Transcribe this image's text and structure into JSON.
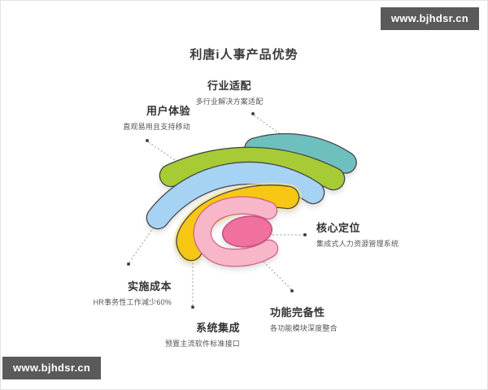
{
  "title": "利唐i人事产品优势",
  "watermark": {
    "text": "www.bjhdsr.cn",
    "bg_color": "#5a5a5a"
  },
  "diagram": {
    "description_style": "concentric rounded rainbow arcs (wifi-fan) around a pink core",
    "bands": [
      {
        "id": "industry",
        "label": "行业适配",
        "desc": "多行业解决方案适配",
        "color": "#6EC0BF",
        "shape": "outermost short teal arc, top right"
      },
      {
        "id": "ux",
        "label": "用户体验",
        "desc": "直观易用且支持移动",
        "color": "#A6CB35",
        "shape": "yellow-green long arc"
      },
      {
        "id": "cost",
        "label": "实施成本",
        "desc": "HR事务性工作减少60%",
        "color": "#A6D2F4",
        "shape": "light blue arc"
      },
      {
        "id": "integration",
        "label": "系统集成",
        "desc": "预置主流软件标准接口",
        "color": "#F8C714",
        "shape": "gold C-arc with soft glow"
      },
      {
        "id": "completeness",
        "label": "功能完备性",
        "desc": "各功能模块深度整合",
        "color": "#F7B7C8",
        "shape": "light pink C ring"
      },
      {
        "id": "core",
        "label": "核心定位",
        "desc": "集成式人力资源管理系统",
        "color": "#F0709E",
        "shape": "dark pink core ellipse"
      }
    ],
    "outline_color": "#474747",
    "pink_outline_color": "#CF5C87",
    "core_outline_color": "#C9517F",
    "glow_color": "#FAE37C",
    "connector_color": "#999999",
    "dot_color": "#2e2e2e"
  }
}
